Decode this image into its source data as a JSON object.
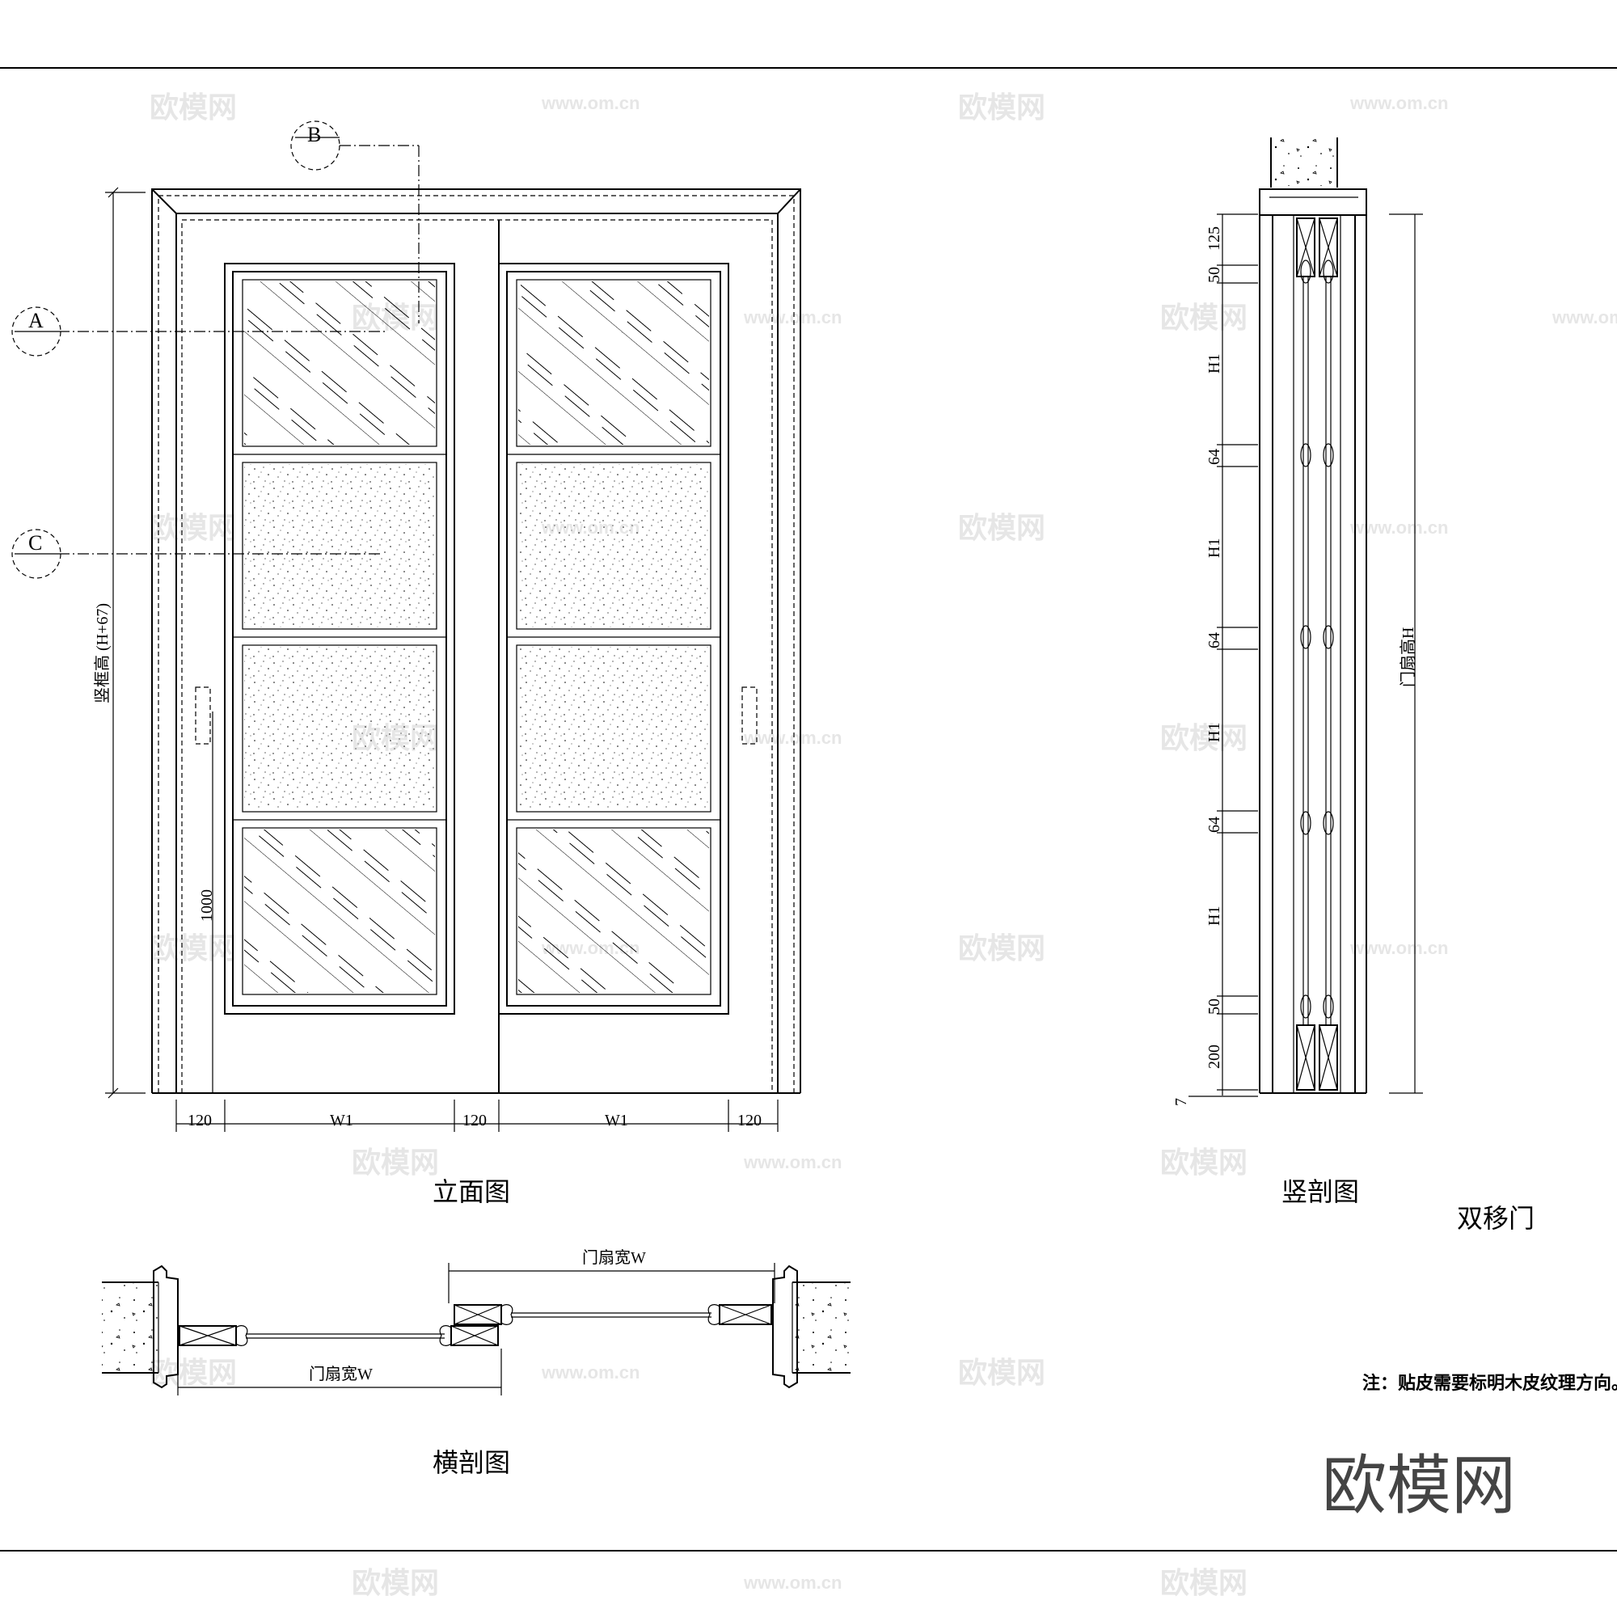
{
  "callouts": {
    "a": "A",
    "b": "B",
    "c": "C"
  },
  "elevation": {
    "frame_height_label": "竖框高 (H+67)",
    "handle_height": "1000",
    "dims": [
      "120",
      "W1",
      "120",
      "W1",
      "120"
    ],
    "title": "立面图"
  },
  "vertical_section": {
    "dims": [
      "125",
      "50",
      "H1",
      "64",
      "H1",
      "64",
      "H1",
      "64",
      "H1",
      "50",
      "200",
      "7"
    ],
    "leaf_height_label": "门扇高H",
    "title": "竖剖图"
  },
  "horizontal_section": {
    "leaf_width_top": "门扇宽W",
    "leaf_width_bottom": "门扇宽W",
    "title": "横剖图"
  },
  "door_type": "双移门",
  "note": "注：贴皮需要标明木皮纹理方向。",
  "logo": "欧模网",
  "watermark": {
    "cn": "欧模网",
    "url": "www.om.cn"
  }
}
